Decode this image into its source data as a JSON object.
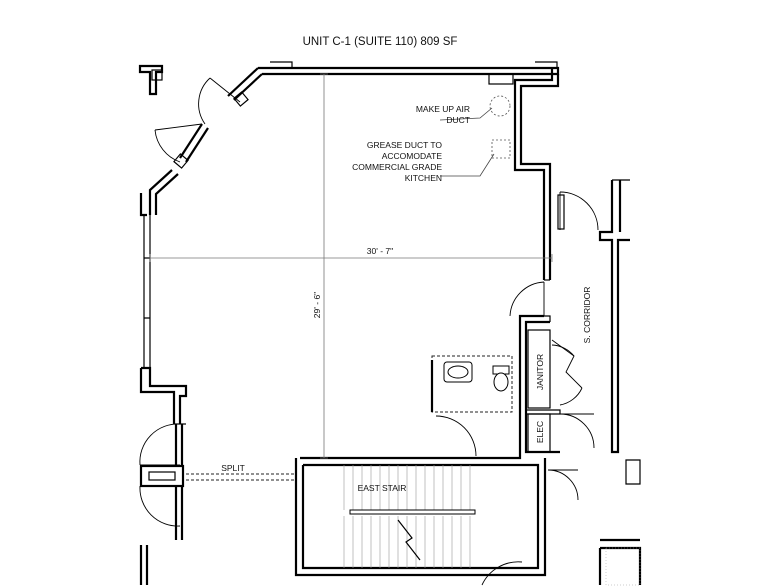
{
  "title": "UNIT C-1 (SUITE 110) 809 SF",
  "notes": {
    "makeup_air": [
      "MAKE UP AIR",
      "DUCT"
    ],
    "grease_duct": [
      "GREASE DUCT TO",
      "ACCOMODATE",
      "COMMERCIAL GRADE",
      "KITCHEN"
    ]
  },
  "dimensions": {
    "width": "30' - 7\"",
    "depth": "29' - 6\""
  },
  "rooms": {
    "corridor": "S. CORRIDOR",
    "janitor": "JANITOR",
    "elec": "ELEC",
    "stair": "EAST STAIR"
  },
  "split_label": "SPLIT"
}
